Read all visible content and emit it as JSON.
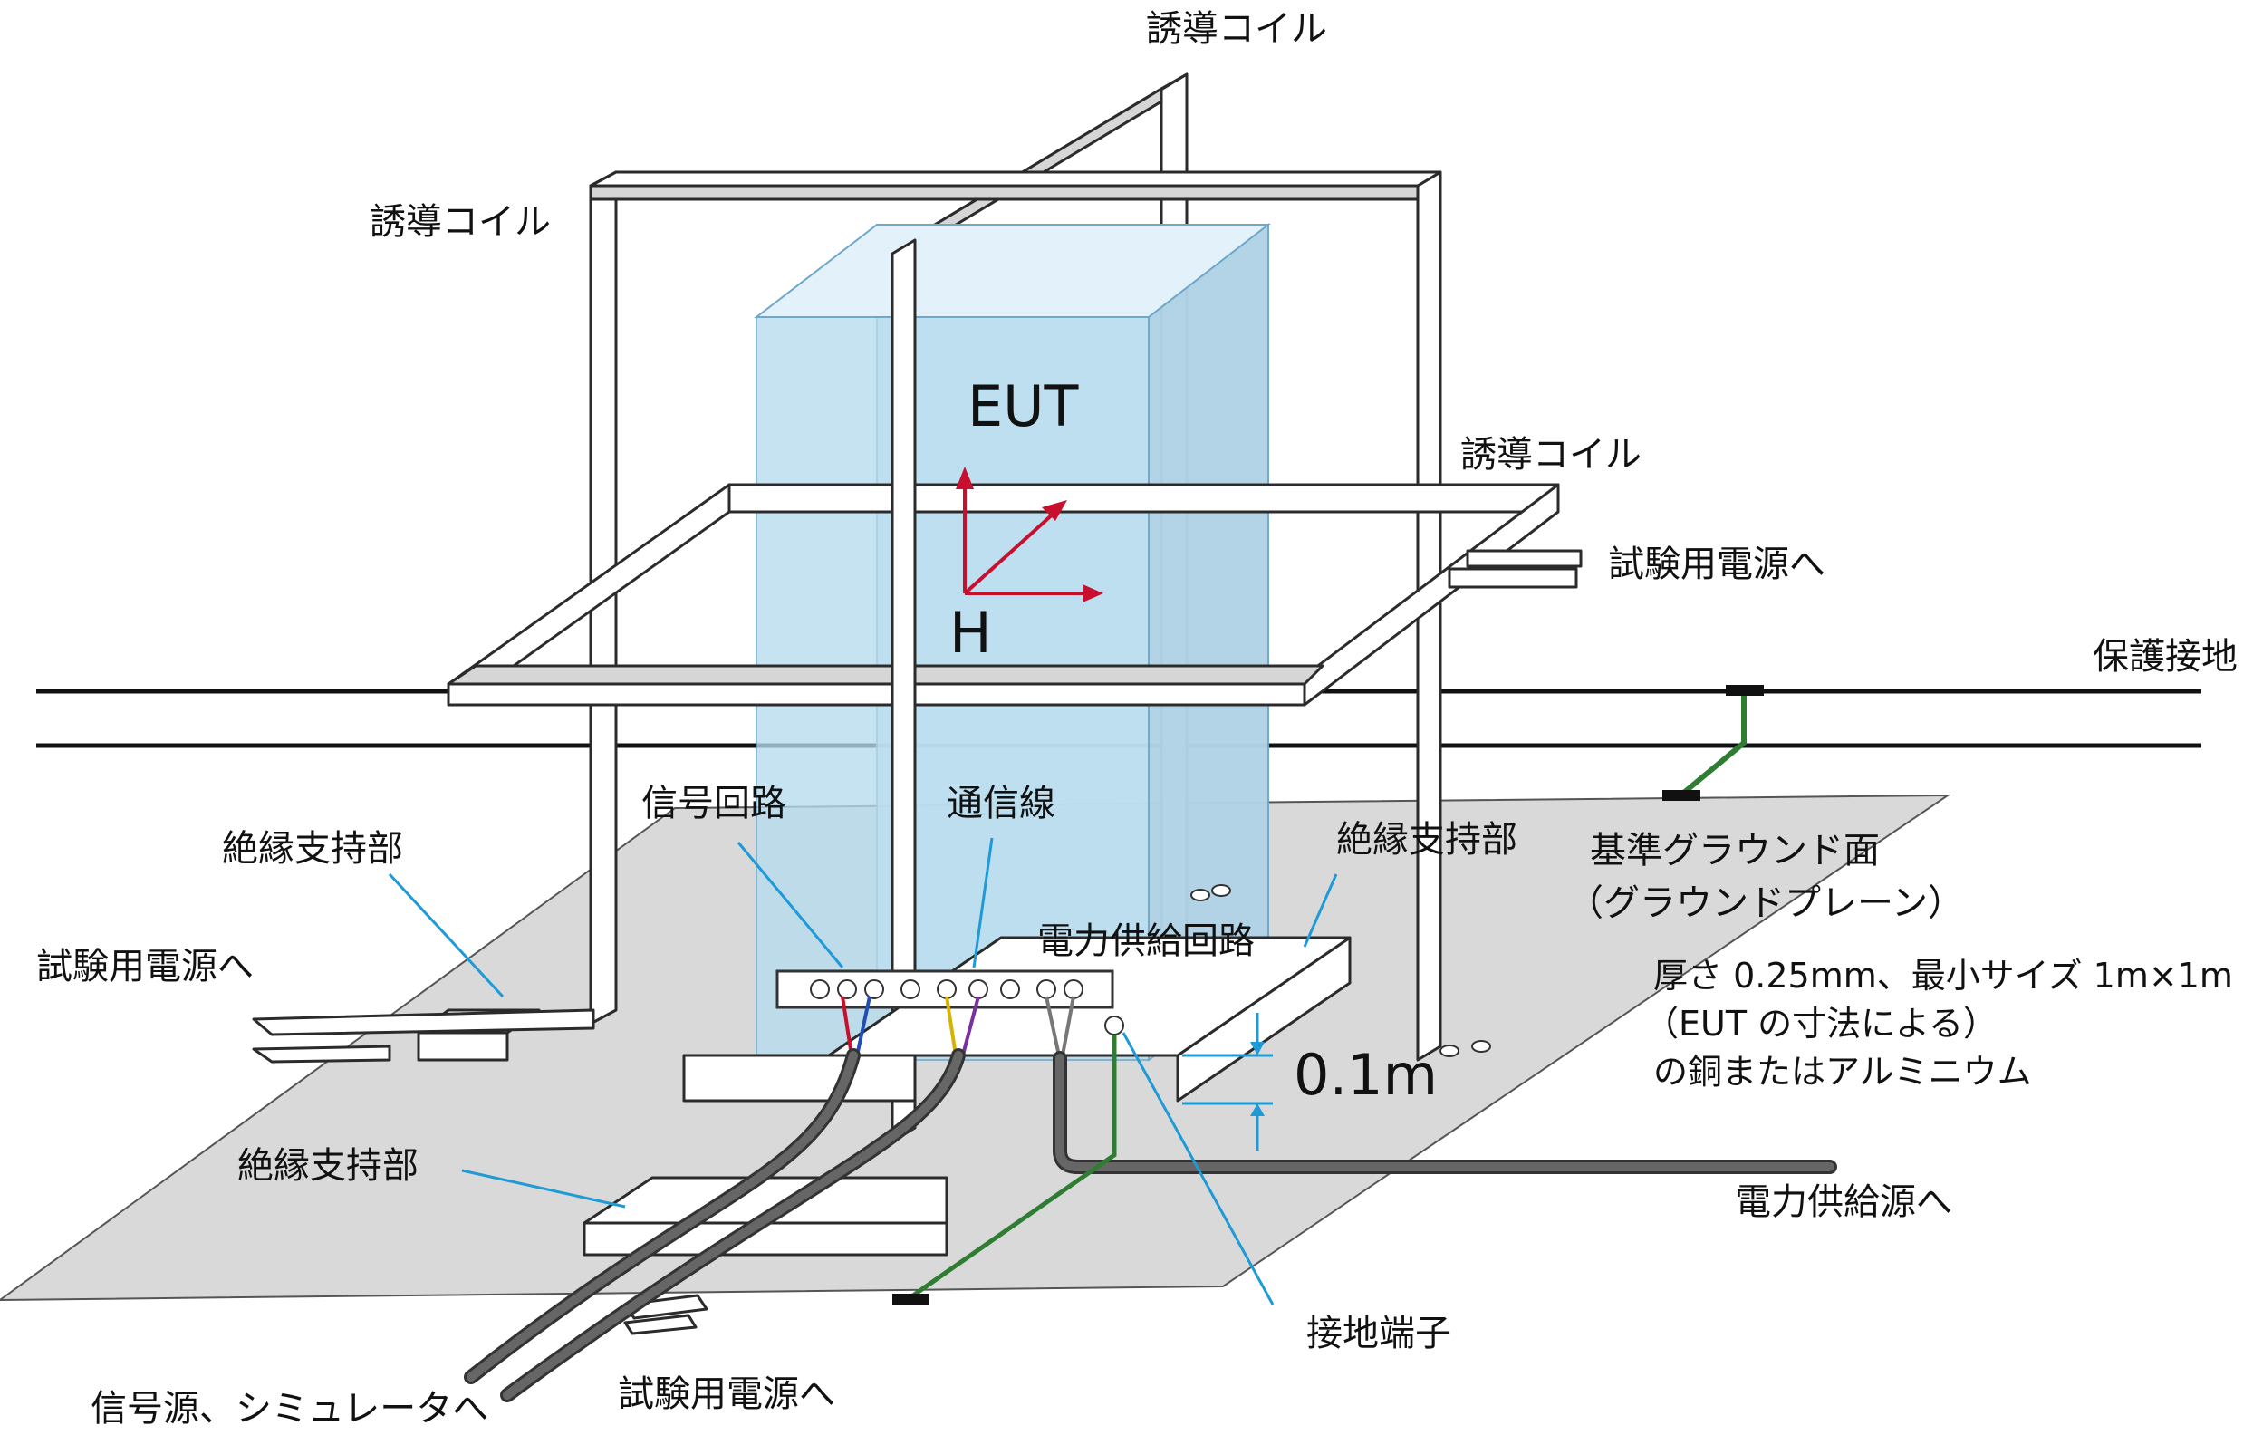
{
  "labels": {
    "coil_top": "誘導コイル",
    "coil_left": "誘導コイル",
    "coil_right": "誘導コイル",
    "eut": "EUT",
    "h_field": "H",
    "power_right": "試験用電源へ",
    "protective_earth": "保護接地",
    "insulating_support_left": "絶縁支持部",
    "signal_circuit": "信号回路",
    "comm_line": "通信線",
    "insulating_support_right": "絶縁支持部",
    "ground_plane_1": "基準グラウンド面",
    "ground_plane_2": "（グラウンドプレーン）",
    "power_supply_circuit": "電力供給回路",
    "power_left": "試験用電源へ",
    "spec_line1": "厚さ 0.25mm、最小サイズ 1m×1m",
    "spec_line2": "（EUT の寸法による）",
    "spec_line3": "の銅またはアルミニウム",
    "height": "0.1m",
    "insulating_support_bottom": "絶縁支持部",
    "power_source": "電力供給源へ",
    "ground_terminal": "接地端子",
    "power_bottom": "試験用電源へ",
    "signal_source": "信号源、シミュレータへ"
  },
  "colors": {
    "ground_plane": "#d9d9d9",
    "eut_fill": "#b7dcef",
    "leader": "#1e9ad6",
    "arrow": "#c8102e",
    "ground_wire": "#2e7d32",
    "cable": "#444444"
  }
}
